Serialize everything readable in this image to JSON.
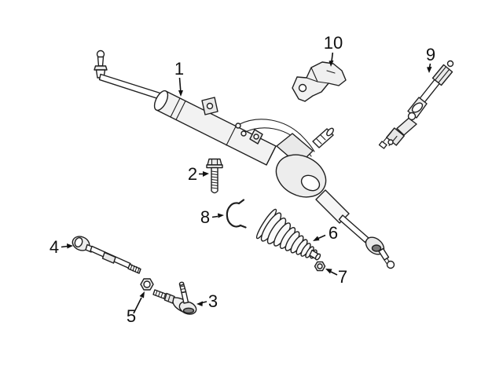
{
  "diagram": {
    "background_color": "#ffffff",
    "line_color": "#1f1f1f",
    "callout_text_color": "#111111",
    "callouts": [
      {
        "label": "1"
      },
      {
        "label": "2"
      },
      {
        "label": "3"
      },
      {
        "label": "4"
      },
      {
        "label": "5"
      },
      {
        "label": "6"
      },
      {
        "label": "7"
      },
      {
        "label": "8"
      },
      {
        "label": "9"
      },
      {
        "label": "10"
      }
    ]
  }
}
